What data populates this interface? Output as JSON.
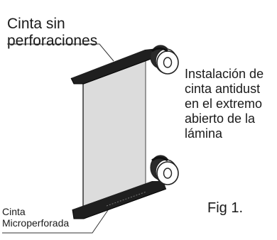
{
  "labels": {
    "top_tape": [
      "Cinta sin",
      "perforaciones"
    ],
    "installation_note": [
      "Instalación de",
      "cinta antidust",
      "en el extremo",
      "abierto de la",
      "lámina"
    ],
    "bottom_tape": [
      "Cinta",
      "Microperforada"
    ],
    "figure_caption": "Fig 1."
  },
  "colors": {
    "sheet_fill": "#dcdcdc",
    "tape": "#1f1f1f",
    "roll_stroke": "#222222",
    "leader": "#333333"
  }
}
